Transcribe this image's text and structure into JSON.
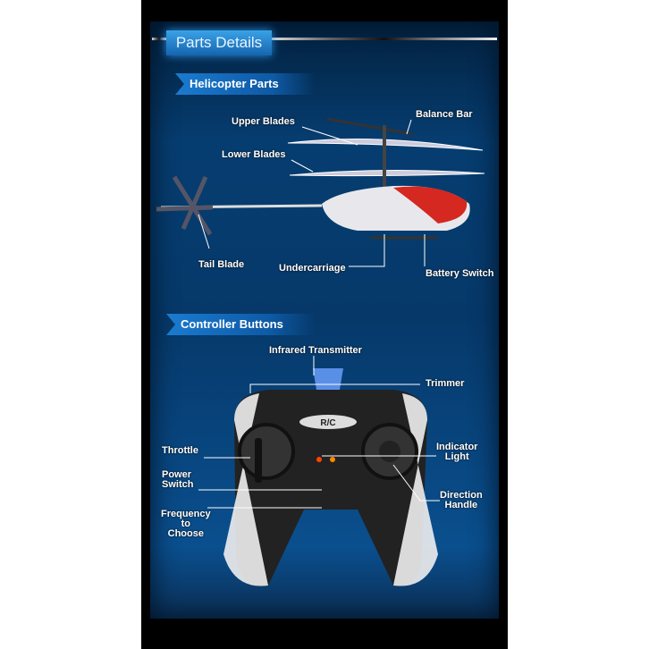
{
  "header": {
    "title": "Parts Details"
  },
  "helicopter": {
    "section": "Helicopter Parts",
    "labels": {
      "upper_blades": "Upper Blades",
      "balance_bar": "Balance Bar",
      "lower_blades": "Lower Blades",
      "tail_blade": "Tail Blade",
      "undercarriage": "Undercarriage",
      "battery_switch": "Battery Switch"
    }
  },
  "controller": {
    "section": "Controller Buttons",
    "logo": "R/C",
    "labels": {
      "infrared": "Infrared Transmitter",
      "trimmer": "Trimmer",
      "throttle": "Throttle",
      "power_switch": "Power\nSwitch",
      "frequency": "Frequency\nto\nChoose",
      "indicator": "Indicator\nLight",
      "direction": "Direction\nHandle"
    }
  }
}
